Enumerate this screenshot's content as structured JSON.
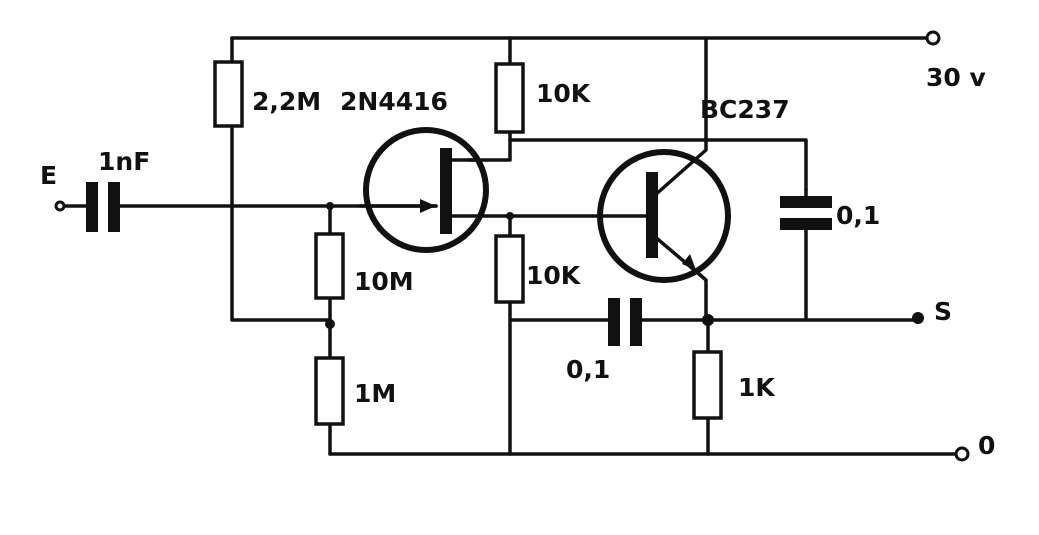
{
  "labels": {
    "input": "E",
    "input_cap": "1nF",
    "supply": "30 v",
    "output": "S",
    "ground": "0",
    "r_gate_top": "2,2M",
    "jfet": "2N4416",
    "r_drain": "10K",
    "bjt": "BC237",
    "c_bypass": "0,1",
    "r_gate": "10M",
    "r_source": "10K",
    "c_coupling": "0,1",
    "r_emitter": "1K",
    "r_bottom": "1M"
  },
  "colors": {
    "ink": "#111111",
    "background": "#ffffff"
  }
}
